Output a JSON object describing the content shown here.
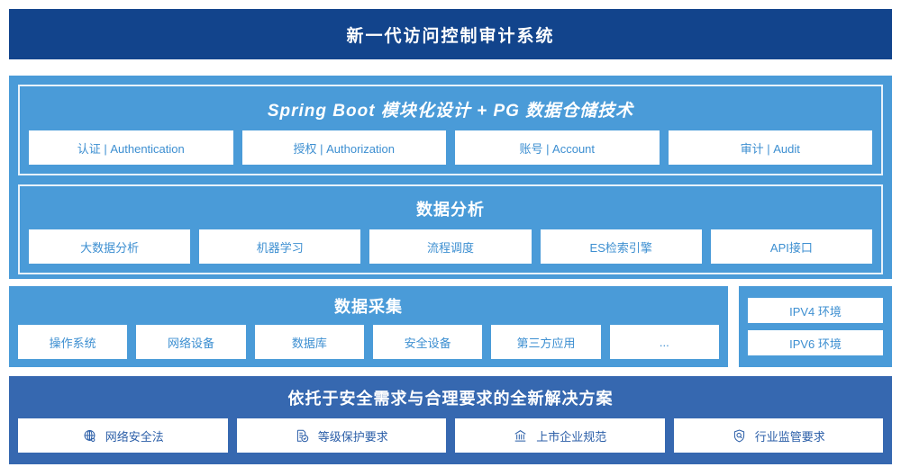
{
  "header": {
    "title": "新一代访问控制审计系统"
  },
  "platform": {
    "tech_panel": {
      "title": "Spring Boot 模块化设计 + PG 数据仓储技术",
      "cards": [
        "认证 | Authentication",
        "授权 | Authorization",
        "账号 | Account",
        "审计 | Audit"
      ]
    },
    "analysis_panel": {
      "title": "数据分析",
      "cards": [
        "大数据分析",
        "机器学习",
        "流程调度",
        "ES检索引擎",
        "API接口"
      ]
    }
  },
  "collection": {
    "title": "数据采集",
    "cards": [
      "操作系统",
      "网络设备",
      "数据库",
      "安全设备",
      "第三方应用",
      "..."
    ],
    "environments": [
      "IPV4 环境",
      "IPV6 环境"
    ]
  },
  "solution": {
    "title": "依托于安全需求与合理要求的全新解决方案",
    "cards": [
      {
        "label": "网络安全法",
        "icon": "globe-icon"
      },
      {
        "label": "等级保护要求",
        "icon": "document-check-icon"
      },
      {
        "label": "上市企业规范",
        "icon": "bank-icon"
      },
      {
        "label": "行业监管要求",
        "icon": "shield-search-icon"
      }
    ]
  },
  "colors": {
    "header_navy": "#12448c",
    "panel_blue": "#4a9bd8",
    "solution_blue": "#3668b0",
    "card_text_blue": "#3d8fd1",
    "solution_text_blue": "#2c5fa8"
  }
}
